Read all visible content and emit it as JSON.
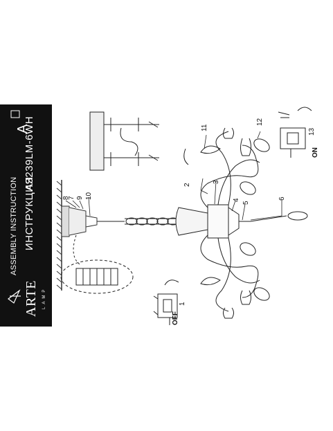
{
  "header": {
    "assembly_instruction": "ASSEMBLY INSTRUCTION",
    "instruction_ru": "ИНСТРУКЦИЯ",
    "model": "A3239LM-6WH",
    "brand": "ARTE",
    "brand_sub": "LAMP",
    "logo_letter": "A"
  },
  "labels": {
    "n1": "1",
    "n2": "2",
    "n3": "3",
    "n4": "4",
    "n5": "5",
    "n6": "6",
    "n7": "7",
    "n8": "8",
    "n9": "9",
    "n10": "10",
    "n11": "11",
    "n12": "12",
    "n13": "13"
  },
  "switches": {
    "off": "OFF",
    "on": "ON"
  }
}
